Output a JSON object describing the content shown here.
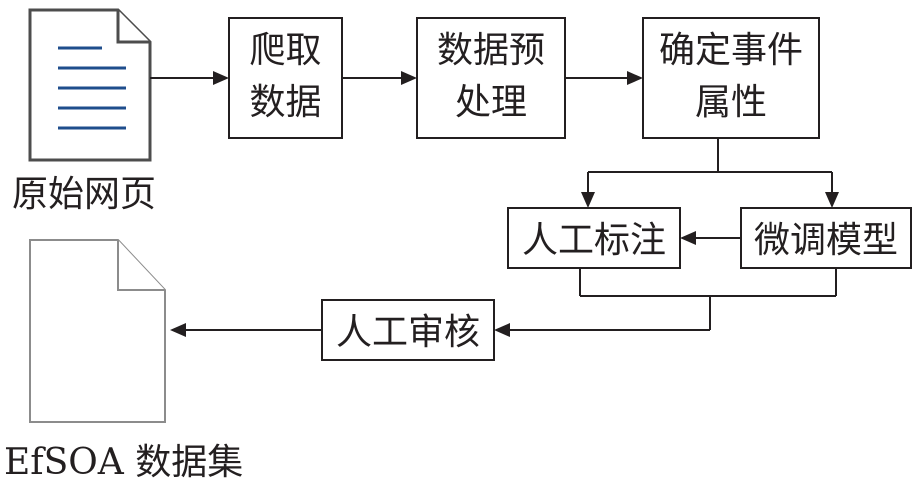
{
  "source_document_label": "原始网页",
  "dataset_label": "EfSOA 数据集",
  "steps": {
    "crawl": [
      "爬取",
      "数据"
    ],
    "preprocess": [
      "数据预",
      "处理"
    ],
    "attributes": [
      "确定事件",
      "属性"
    ],
    "manual_annotation": [
      "人工标注"
    ],
    "finetune": [
      "微调模型"
    ],
    "manual_review": [
      "人工审核"
    ]
  },
  "colors": {
    "line": "#231f20",
    "doc_lines": "#1f4e8c",
    "doc_outline": "#4d4d4d",
    "doc_outline_light": "#8c8c8c"
  }
}
